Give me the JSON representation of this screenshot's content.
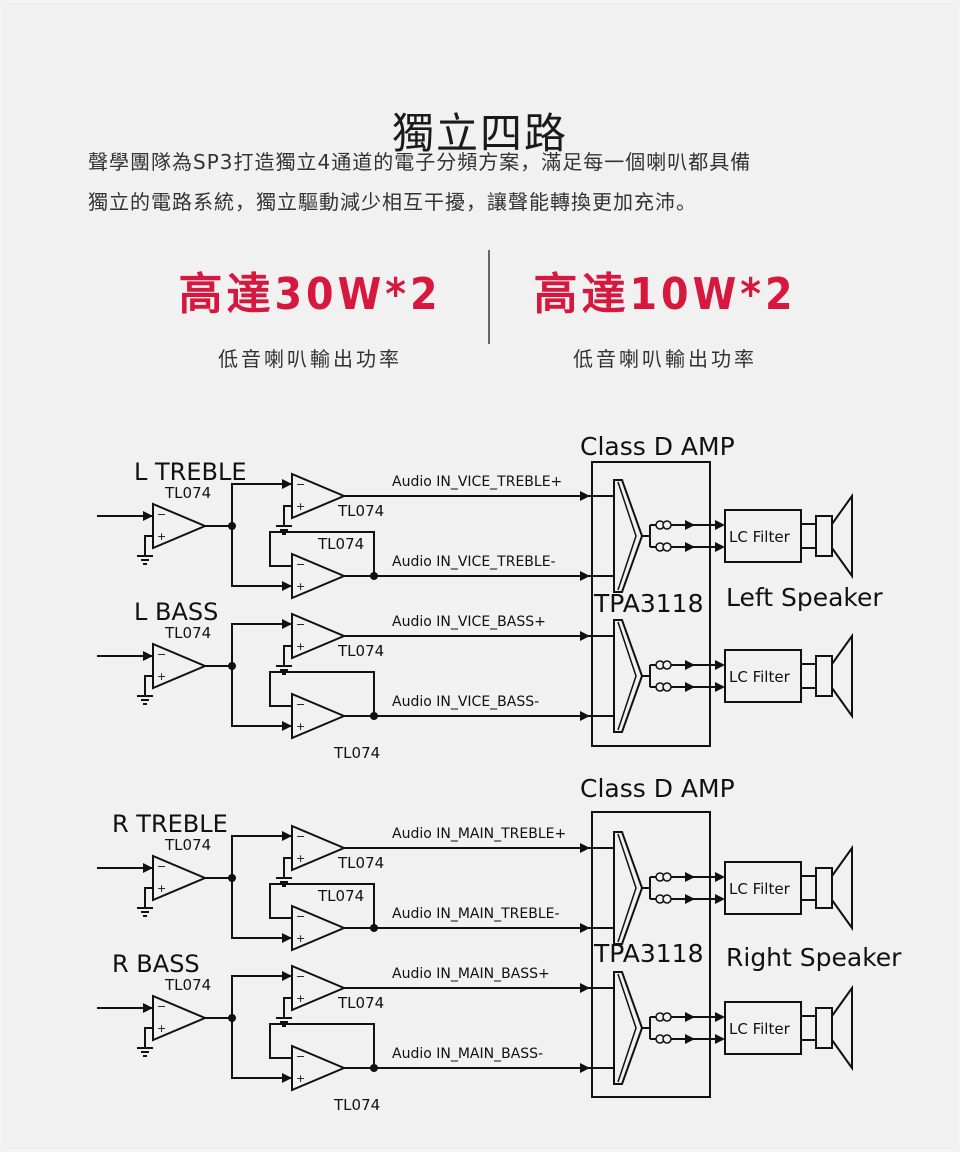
{
  "header": {
    "title": "獨立四路",
    "description_lines": [
      "聲學團隊為SP3打造獨立4通道的電子分頻方案，滿足每一個喇叭都具備",
      "獨立的電路系統，獨立驅動減少相互干擾，讓聲能轉換更加充沛。"
    ]
  },
  "stats": [
    {
      "value": "高達30W*2",
      "label": "低音喇叭輸出功率"
    },
    {
      "value": "高達10W*2",
      "label": "低音喇叭輸出功率"
    }
  ],
  "colors": {
    "accent": "#d8173e",
    "background": "#f1f1f1",
    "line": "#111111"
  },
  "schematic": {
    "opamp_label": "TL074",
    "filter_label": "LC Filter",
    "sides": [
      {
        "amp_title": "Class D AMP",
        "amp_chip": "TPA3118",
        "speaker_label": "Left Speaker",
        "channels": [
          {
            "name": "L TREBLE",
            "plus": "Audio IN_VICE_TREBLE+",
            "minus": "Audio IN_VICE_TREBLE-"
          },
          {
            "name": "L BASS",
            "plus": "Audio IN_VICE_BASS+",
            "minus": "Audio IN_VICE_BASS-"
          }
        ]
      },
      {
        "amp_title": "Class D AMP",
        "amp_chip": "TPA3118",
        "speaker_label": "Right Speaker",
        "channels": [
          {
            "name": "R TREBLE",
            "plus": "Audio IN_MAIN_TREBLE+",
            "minus": "Audio IN_MAIN_TREBLE-"
          },
          {
            "name": "R BASS",
            "plus": "Audio IN_MAIN_BASS+",
            "minus": "Audio IN_MAIN_BASS-"
          }
        ]
      }
    ]
  }
}
